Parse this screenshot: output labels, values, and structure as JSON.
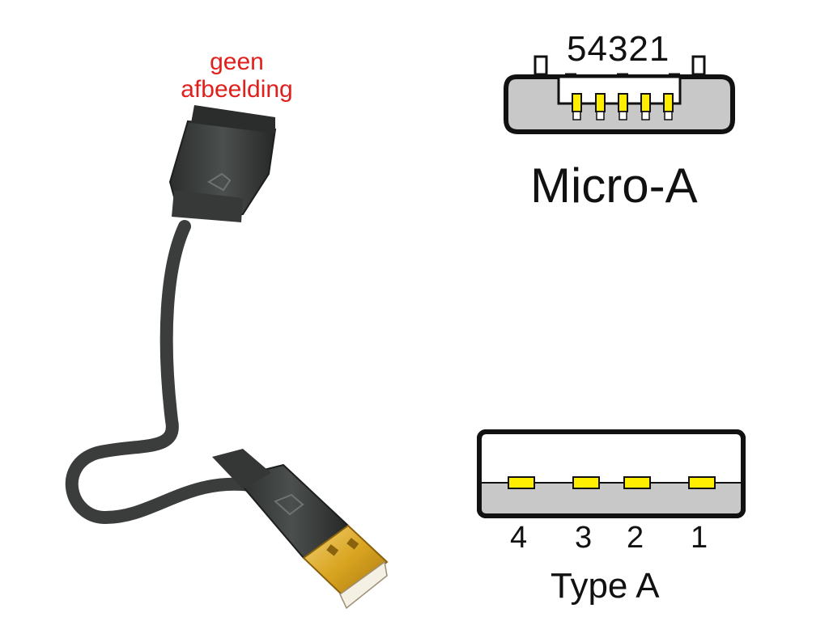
{
  "note": {
    "line1": "geen",
    "line2": "afbeelding"
  },
  "micro_a": {
    "pin_numbers": "54321",
    "label": "Micro-A",
    "pin_count": 5
  },
  "type_a": {
    "pin_labels": [
      "4",
      "3",
      "2",
      "1"
    ],
    "label": "Type A",
    "pin_count": 4
  },
  "colors": {
    "note_text": "#e0201c",
    "outline": "#111111",
    "connector_fill": "#c8c8c8",
    "pin_fill": "#ffee00",
    "cable": "#3a3d3c",
    "plug_gold": "#d9a520"
  }
}
